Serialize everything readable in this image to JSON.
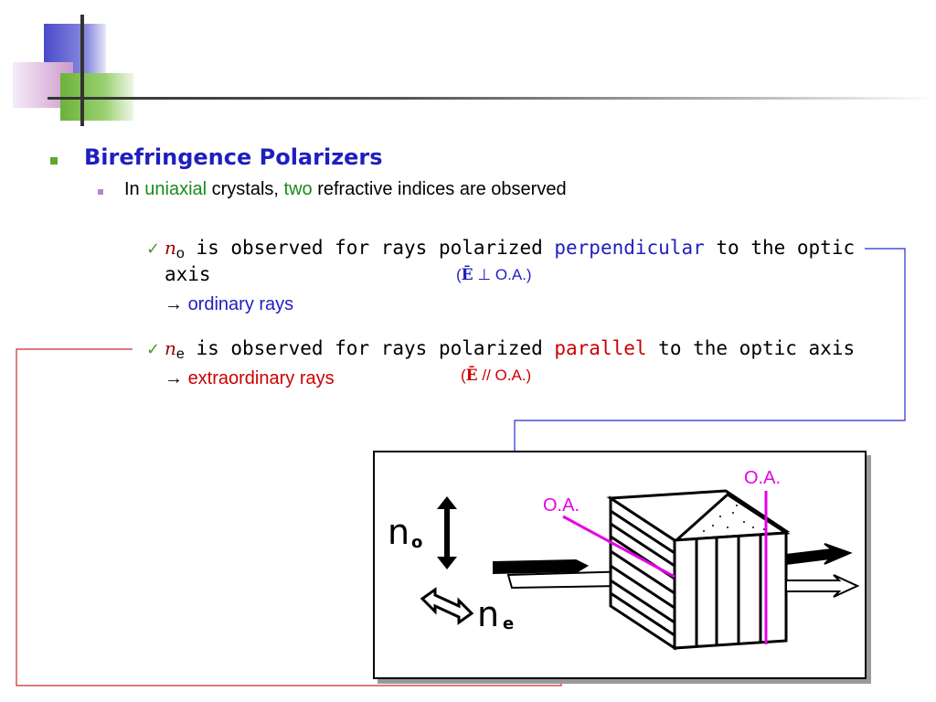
{
  "title": "Birefringence Polarizers",
  "subpoint": {
    "prefix": "In ",
    "word1": "uniaxial",
    "middle": " crystals, ",
    "word2": "two",
    "suffix": " refractive indices are observed"
  },
  "check_mark": "✓",
  "item_o": {
    "symbol": "n",
    "subscript": "o",
    "text_a": " is observed for rays polarized ",
    "highlight": "perpendicular",
    "text_b": " to the optic",
    "text_c": "axis",
    "relation_open": "(",
    "relation_E": "Ē",
    "relation_op": " ⊥ ",
    "relation_tail": "O.A.)",
    "arrow": "→",
    "ray_name": "ordinary rays"
  },
  "item_e": {
    "symbol": "n",
    "subscript": "e",
    "text_a": " is observed for rays polarized ",
    "highlight": "parallel",
    "text_b": " to the optic axis",
    "relation_open": "(",
    "relation_E": "Ē",
    "relation_tail": " // O.A.)",
    "arrow": "→",
    "ray_name": "extraordinary rays"
  },
  "figure": {
    "label_oa_left": "O.A.",
    "label_oa_right": "O.A.",
    "label_no_main": "n",
    "label_no_sub": "o",
    "label_ne_main": "n",
    "label_ne_sub": "e"
  },
  "colors": {
    "title": "#1f1fbf",
    "green": "#1a8a1a",
    "blue": "#1f1fbf",
    "red": "#cc0000",
    "oa": "#e600e6",
    "connector_blue": "#2a2ad0",
    "connector_red": "#cc2a2a"
  }
}
